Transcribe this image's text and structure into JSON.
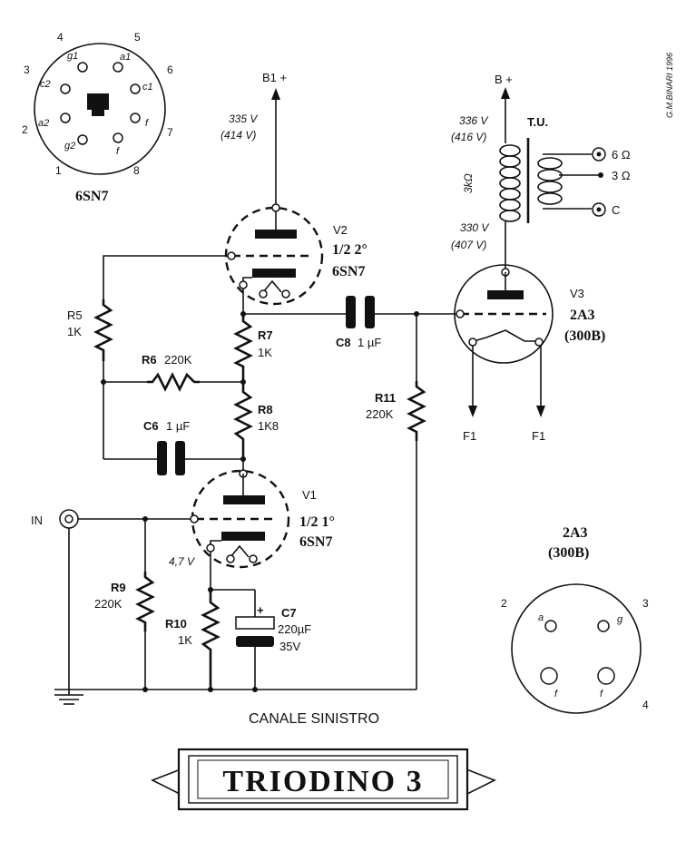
{
  "credit": "G.M.BINARI 1996",
  "channel_label": "CANALE SINISTRO",
  "title": "TRIODINO 3",
  "input_label": "IN",
  "supply": {
    "v2_rail": "B1 +",
    "v3_rail": "B +",
    "v2_voltage": "335 V",
    "v2_voltage_alt": "(414 V)",
    "v3_voltage": "336 V",
    "v3_voltage_alt": "(416 V)",
    "v3_plate_voltage": "330 V",
    "v3_plate_voltage_alt": "(407 V)",
    "v1_cathode_voltage": "4,7 V"
  },
  "tubes": {
    "v1": {
      "ref": "V1",
      "section": "1/2 1°",
      "type": "6SN7"
    },
    "v2": {
      "ref": "V2",
      "section": "1/2 2°",
      "type": "6SN7"
    },
    "v3": {
      "ref": "V3",
      "type": "2A3",
      "alt": "(300B)"
    }
  },
  "components": {
    "r5": {
      "ref": "R5",
      "value": "1K"
    },
    "r6": {
      "ref": "R6",
      "value": "220K"
    },
    "r7": {
      "ref": "R7",
      "value": "1K"
    },
    "r8": {
      "ref": "R8",
      "value": "1K8"
    },
    "r9": {
      "ref": "R9",
      "value": "220K"
    },
    "r10": {
      "ref": "R10",
      "value": "1K"
    },
    "r11": {
      "ref": "R11",
      "value": "220K"
    },
    "c6": {
      "ref": "C6",
      "value": "1 µF"
    },
    "c7": {
      "ref": "C7",
      "value": "220µF",
      "voltage": "35V",
      "polarity": "+"
    },
    "c8": {
      "ref": "C8",
      "value": "1 µF"
    }
  },
  "transformer": {
    "ref": "T.U.",
    "primary_impedance": "3kΩ",
    "taps": [
      "6 Ω",
      "3 Ω",
      "C"
    ]
  },
  "filament_labels": [
    "F1",
    "F1"
  ],
  "pinouts": {
    "6sn7": {
      "name": "6SN7",
      "pin_numbers": [
        "1",
        "2",
        "3",
        "4",
        "5",
        "6",
        "7",
        "8"
      ],
      "pin_functions": [
        "g2",
        "a2",
        "c2",
        "g1",
        "a1",
        "c1",
        "f",
        "f"
      ]
    },
    "2a3": {
      "name": "2A3",
      "alt": "(300B)",
      "pin_numbers": [
        "2",
        "3",
        "4"
      ],
      "pin_functions": [
        "a",
        "g",
        "f",
        "f"
      ]
    }
  }
}
